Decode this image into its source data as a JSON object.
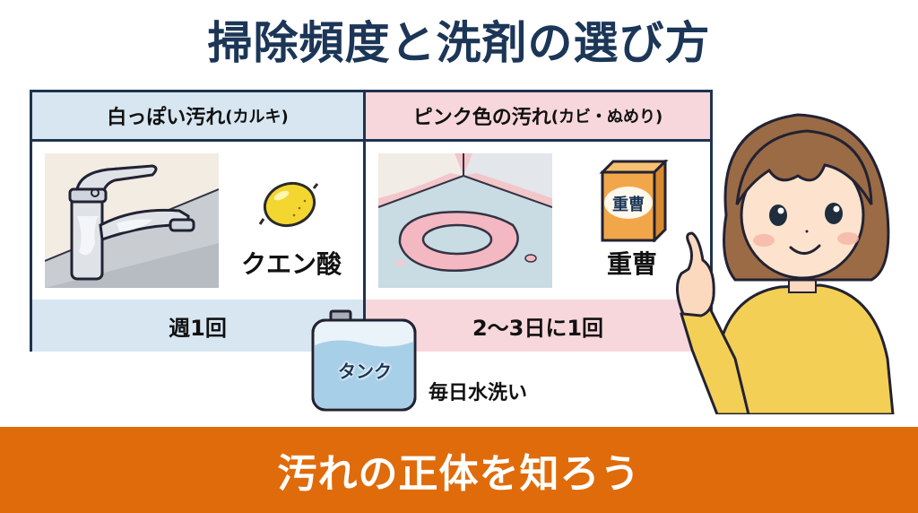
{
  "title": "掃除頻度と洗剤の選び方",
  "table": {
    "columns": [
      {
        "header_main": "白っぽい汚れ",
        "header_sub": "(カルキ)",
        "illustration": "limescale-faucet",
        "agent_icon": "lemon-icon",
        "agent_label": "クエン酸",
        "frequency": "週1回",
        "header_color": "#d7e6f1"
      },
      {
        "header_main": "ピンク色の汚れ",
        "header_sub": "(カビ・ぬめり)",
        "illustration": "pink-mold-ring",
        "agent_icon": "baking-soda-box-icon",
        "agent_box_text": "重曹",
        "agent_label": "重曹",
        "frequency": "2〜3日に1回",
        "header_color": "#f7d7dc"
      }
    ]
  },
  "tank": {
    "label": "タンク",
    "note": "毎日水洗い"
  },
  "character": "pointing-woman",
  "banner": {
    "text": "汚れの正体を知ろう",
    "color": "#e06b0b"
  }
}
